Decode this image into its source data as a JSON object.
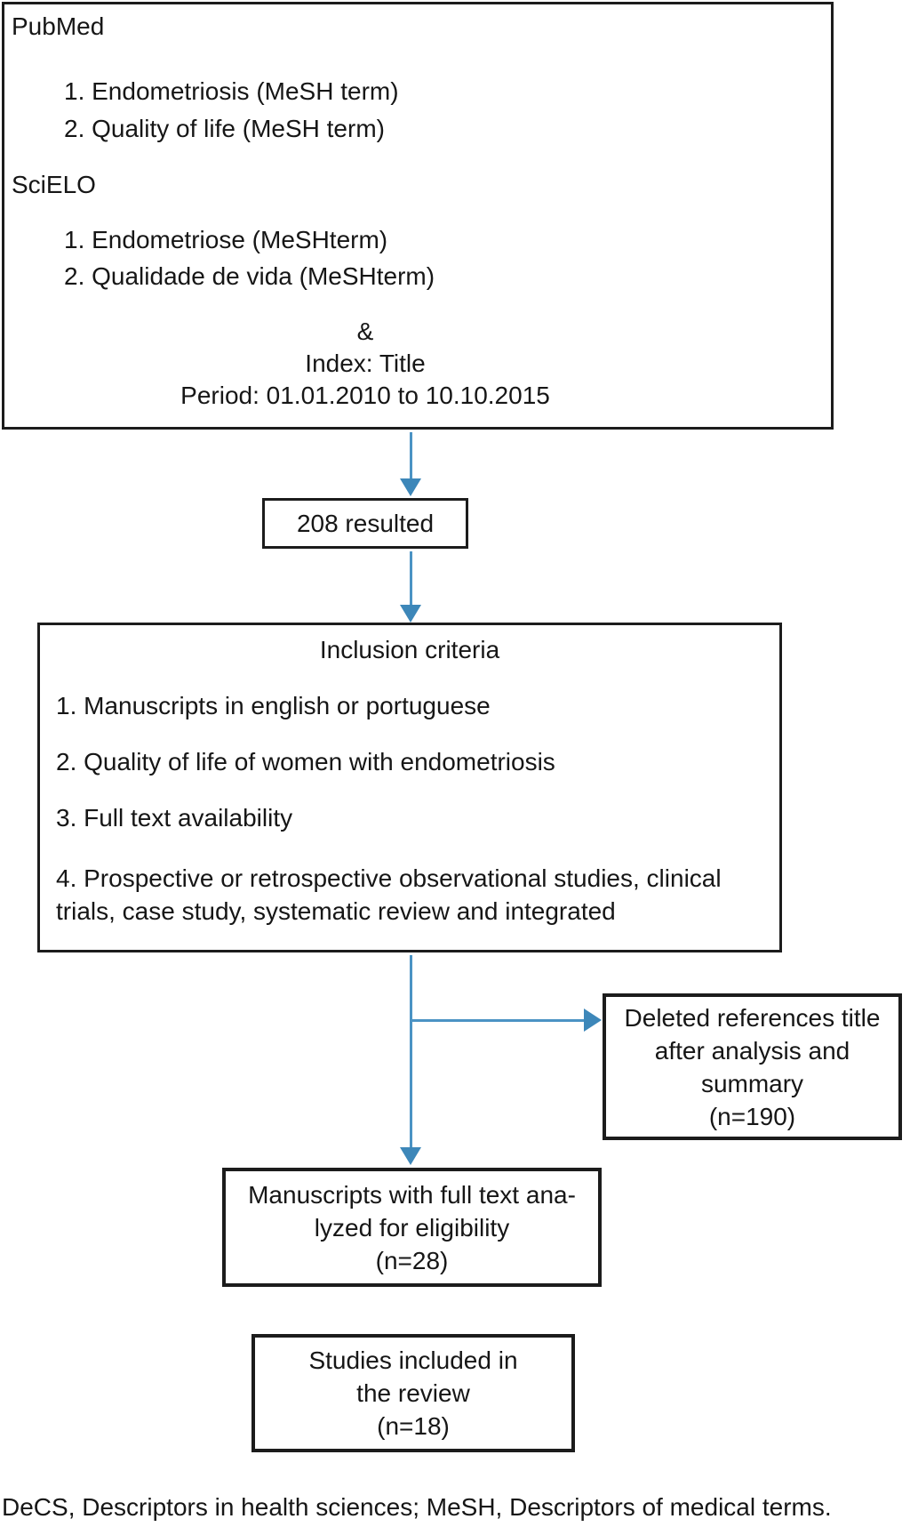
{
  "flowchart": {
    "colors": {
      "arrow_line": "#4b93c4",
      "arrow_head": "#3d87b9",
      "box_border": "#1c1c1c",
      "text": "#161616",
      "background": "#ffffff"
    },
    "search_box": {
      "pubmed_label": "PubMed",
      "pubmed_items": [
        "1. Endometriosis (MeSH term)",
        "2. Quality of life (MeSH term)"
      ],
      "scielo_label": "SciELO",
      "scielo_items": [
        "1. Endometriose (MeSHterm)",
        "2. Qualidade de vida (MeSHterm)"
      ],
      "ampersand": "&",
      "index_line": "Index: Title",
      "period_line": "Period: 01.01.2010 to 10.10.2015"
    },
    "results_box": {
      "label": "208 resulted"
    },
    "inclusion_box": {
      "title": "Inclusion criteria",
      "items": [
        "1. Manuscripts in english or portuguese",
        "2. Quality of life of women with endometriosis",
        "3. Full text availability",
        "4. Prospective or retrospective observational studies, clinical\ntrials, case study, systematic review and integrated"
      ]
    },
    "deleted_box": {
      "text": "Deleted references title\nafter analysis and\nsummary\n(n=190)",
      "count": 190
    },
    "fulltext_box": {
      "text": "Manuscripts with full text ana-\nlyzed for eligibility\n(n=28)",
      "count": 28
    },
    "included_box": {
      "text": "Studies included in\nthe review\n(n=18)",
      "count": 18
    },
    "footnote": "DeCS, Descriptors in health sciences; MeSH, Descriptors of medical terms."
  }
}
